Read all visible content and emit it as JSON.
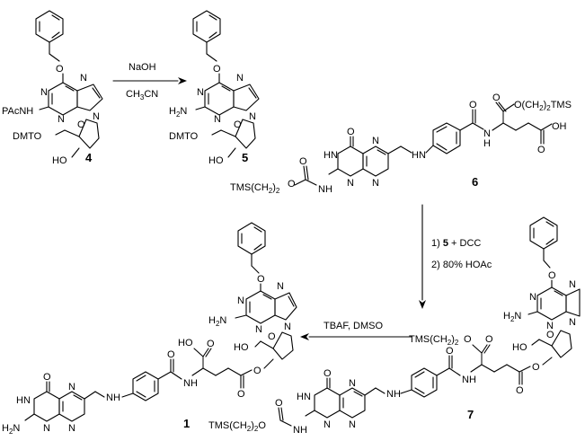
{
  "compounds": {
    "c4": {
      "number": "4",
      "labels": {
        "pac": "PAcNH",
        "dmto": "DMTO",
        "ho": "HO",
        "o": "O",
        "n1": "N",
        "n3": "N",
        "n7": "N",
        "n9": "N"
      }
    },
    "c5": {
      "number": "5",
      "labels": {
        "h2n": "H",
        "h2n_sub": "2",
        "h2n_n": "N",
        "dmto": "DMTO",
        "ho": "HO",
        "o": "O",
        "n1": "N",
        "n3": "N",
        "n7": "N",
        "n9": "N"
      }
    },
    "c6": {
      "number": "6",
      "labels": {
        "tms_ester": "O(CH",
        "tms_ester_sub": "2",
        "tms_ester_end": ")",
        "tms_ester_sub2": "2",
        "tms_ester_tail": "TMS",
        "o1": "O",
        "o2": "O",
        "oh": "OH",
        "o3": "O",
        "nh": "N",
        "nh_h": "H",
        "o4": "O",
        "n1": "N",
        "n2": "N",
        "n3": "N",
        "hn1": "HN",
        "hn2": "H",
        "hn3": "N",
        "tms": "TMS(CH",
        "tms_sub": "2",
        "tms_end": ")",
        "tms_sub2": "2",
        "tms_o": "O",
        "o5": "O",
        "nh2": "N",
        "nh2_h": "H"
      }
    },
    "c7": {
      "number": "7"
    },
    "c1": {
      "number": "1"
    }
  },
  "conditions": {
    "step1_above": "NaOH",
    "step1_below": "CH",
    "step1_below_sub": "3",
    "step1_below_end": "CN",
    "step2_line1_pre": "1) ",
    "step2_line1_bold": "5",
    "step2_line1_post": " + DCC",
    "step2_line2": "2) 80% HOAc",
    "step3": "TBAF, DMSO"
  },
  "labels7": {
    "tms": "TMS(CH",
    "sub": "2",
    "end": ")",
    "sub2": "2",
    "o": "O",
    "o_top": "O",
    "o_ring": "O",
    "ho": "HO",
    "o_ester": "O",
    "o_amide": "O",
    "nh": "N",
    "nh_h": "H",
    "hn": "HN",
    "o_pt": "O",
    "o_bz": "O",
    "h2n": "H",
    "h2n_sub": "2",
    "h2n_n": "N",
    "n1": "N",
    "n3": "N",
    "n7": "N",
    "n9": "N",
    "tms2": "TMS(CH",
    "sub3": "2",
    "end2": ")",
    "sub4": "2",
    "o2": "O",
    "o3": "O",
    "n_pt1": "N",
    "n_pt2": "N",
    "n_pt3": "N",
    "hn_pt": "N",
    "hn_pt_h": "H",
    "nh_carb": "N",
    "nh_carb_h": "H"
  },
  "labels1": {
    "ho_acid": "HO",
    "o_acid": "O",
    "o_amide": "O",
    "nh": "N",
    "nh_h": "H",
    "o_ester": "O",
    "o_ester2": "O",
    "o_ring": "O",
    "ho": "HO",
    "o_bz": "O",
    "h2n": "H",
    "h2n_sub": "2",
    "h2n_n": "N",
    "n1": "N",
    "n3": "N",
    "n7": "N",
    "n9": "N",
    "o_pt": "O",
    "hn_pt": "N",
    "hn_pt_h": "H",
    "n_pt1": "N",
    "n_pt2": "N",
    "n_pt3": "N",
    "h2n_pt": "H",
    "h2n_pt_sub": "2",
    "h2n_pt_n": "N",
    "nh_link": "N",
    "nh_link_h": "H"
  }
}
